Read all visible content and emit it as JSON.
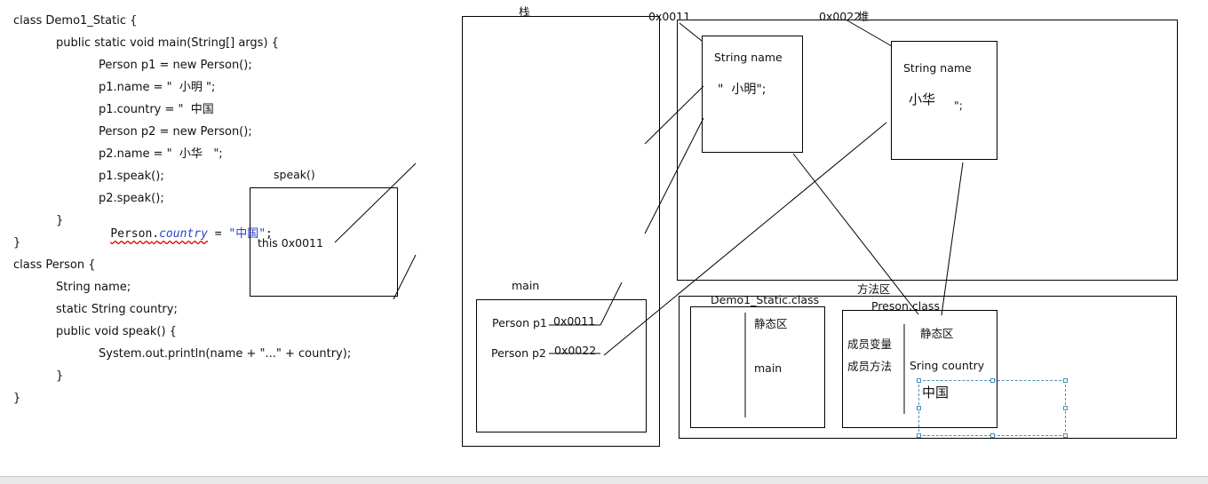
{
  "code": {
    "lines": [
      "class Demo1_Static {",
      "public static void main(String[] args) {",
      "Person p1 = new Person();",
      "p1.name = \"  小明 \";",
      "p1.country = \"  中国",
      "Person p2 = new Person();",
      "p2.name = \"  小华   \";",
      "p1.speak();",
      "p2.speak();",
      "}",
      "}",
      "class Person {",
      "String name;",
      "static String country;",
      "public void speak() {",
      "System.out.println(name + \"...\" + country);",
      "}",
      "}"
    ],
    "static_stmt": {
      "obj": "Person",
      "dot": ".",
      "field": "country",
      "eq": " = ",
      "value": "\"中国\"",
      "semi": ";"
    }
  },
  "speak_frame": {
    "label": "speak()",
    "content": "this 0x0011"
  },
  "stack": {
    "label": "栈",
    "main_frame": {
      "label": "main",
      "p1": "Person p1",
      "p1_addr": "0x0011",
      "p2": "Person p2",
      "p2_addr": "0x0022"
    }
  },
  "heap": {
    "label": "堆",
    "obj1": {
      "addr": "0x0011",
      "field": "String name",
      "value": "\"  小明\";"
    },
    "obj2": {
      "addr": "0x0022",
      "field": "String name",
      "value": "小华",
      "value_tail": "\";"
    }
  },
  "method_area": {
    "label": "方法区",
    "demo_class": {
      "label": "Demo1_Static.class",
      "static_area": "静态区",
      "main": "main"
    },
    "person_class": {
      "label": "Preson.class",
      "member_vars": "成员变量",
      "member_methods": "成员方法",
      "static_area": "静态区",
      "static_field": "Sring country",
      "static_value": "中国"
    }
  },
  "colors": {
    "line": "#000000",
    "keyword_obj": "#000000",
    "static_field": "#2a3fd6",
    "string_literal": "#2a3fd6",
    "selection": "#4a90b8"
  }
}
